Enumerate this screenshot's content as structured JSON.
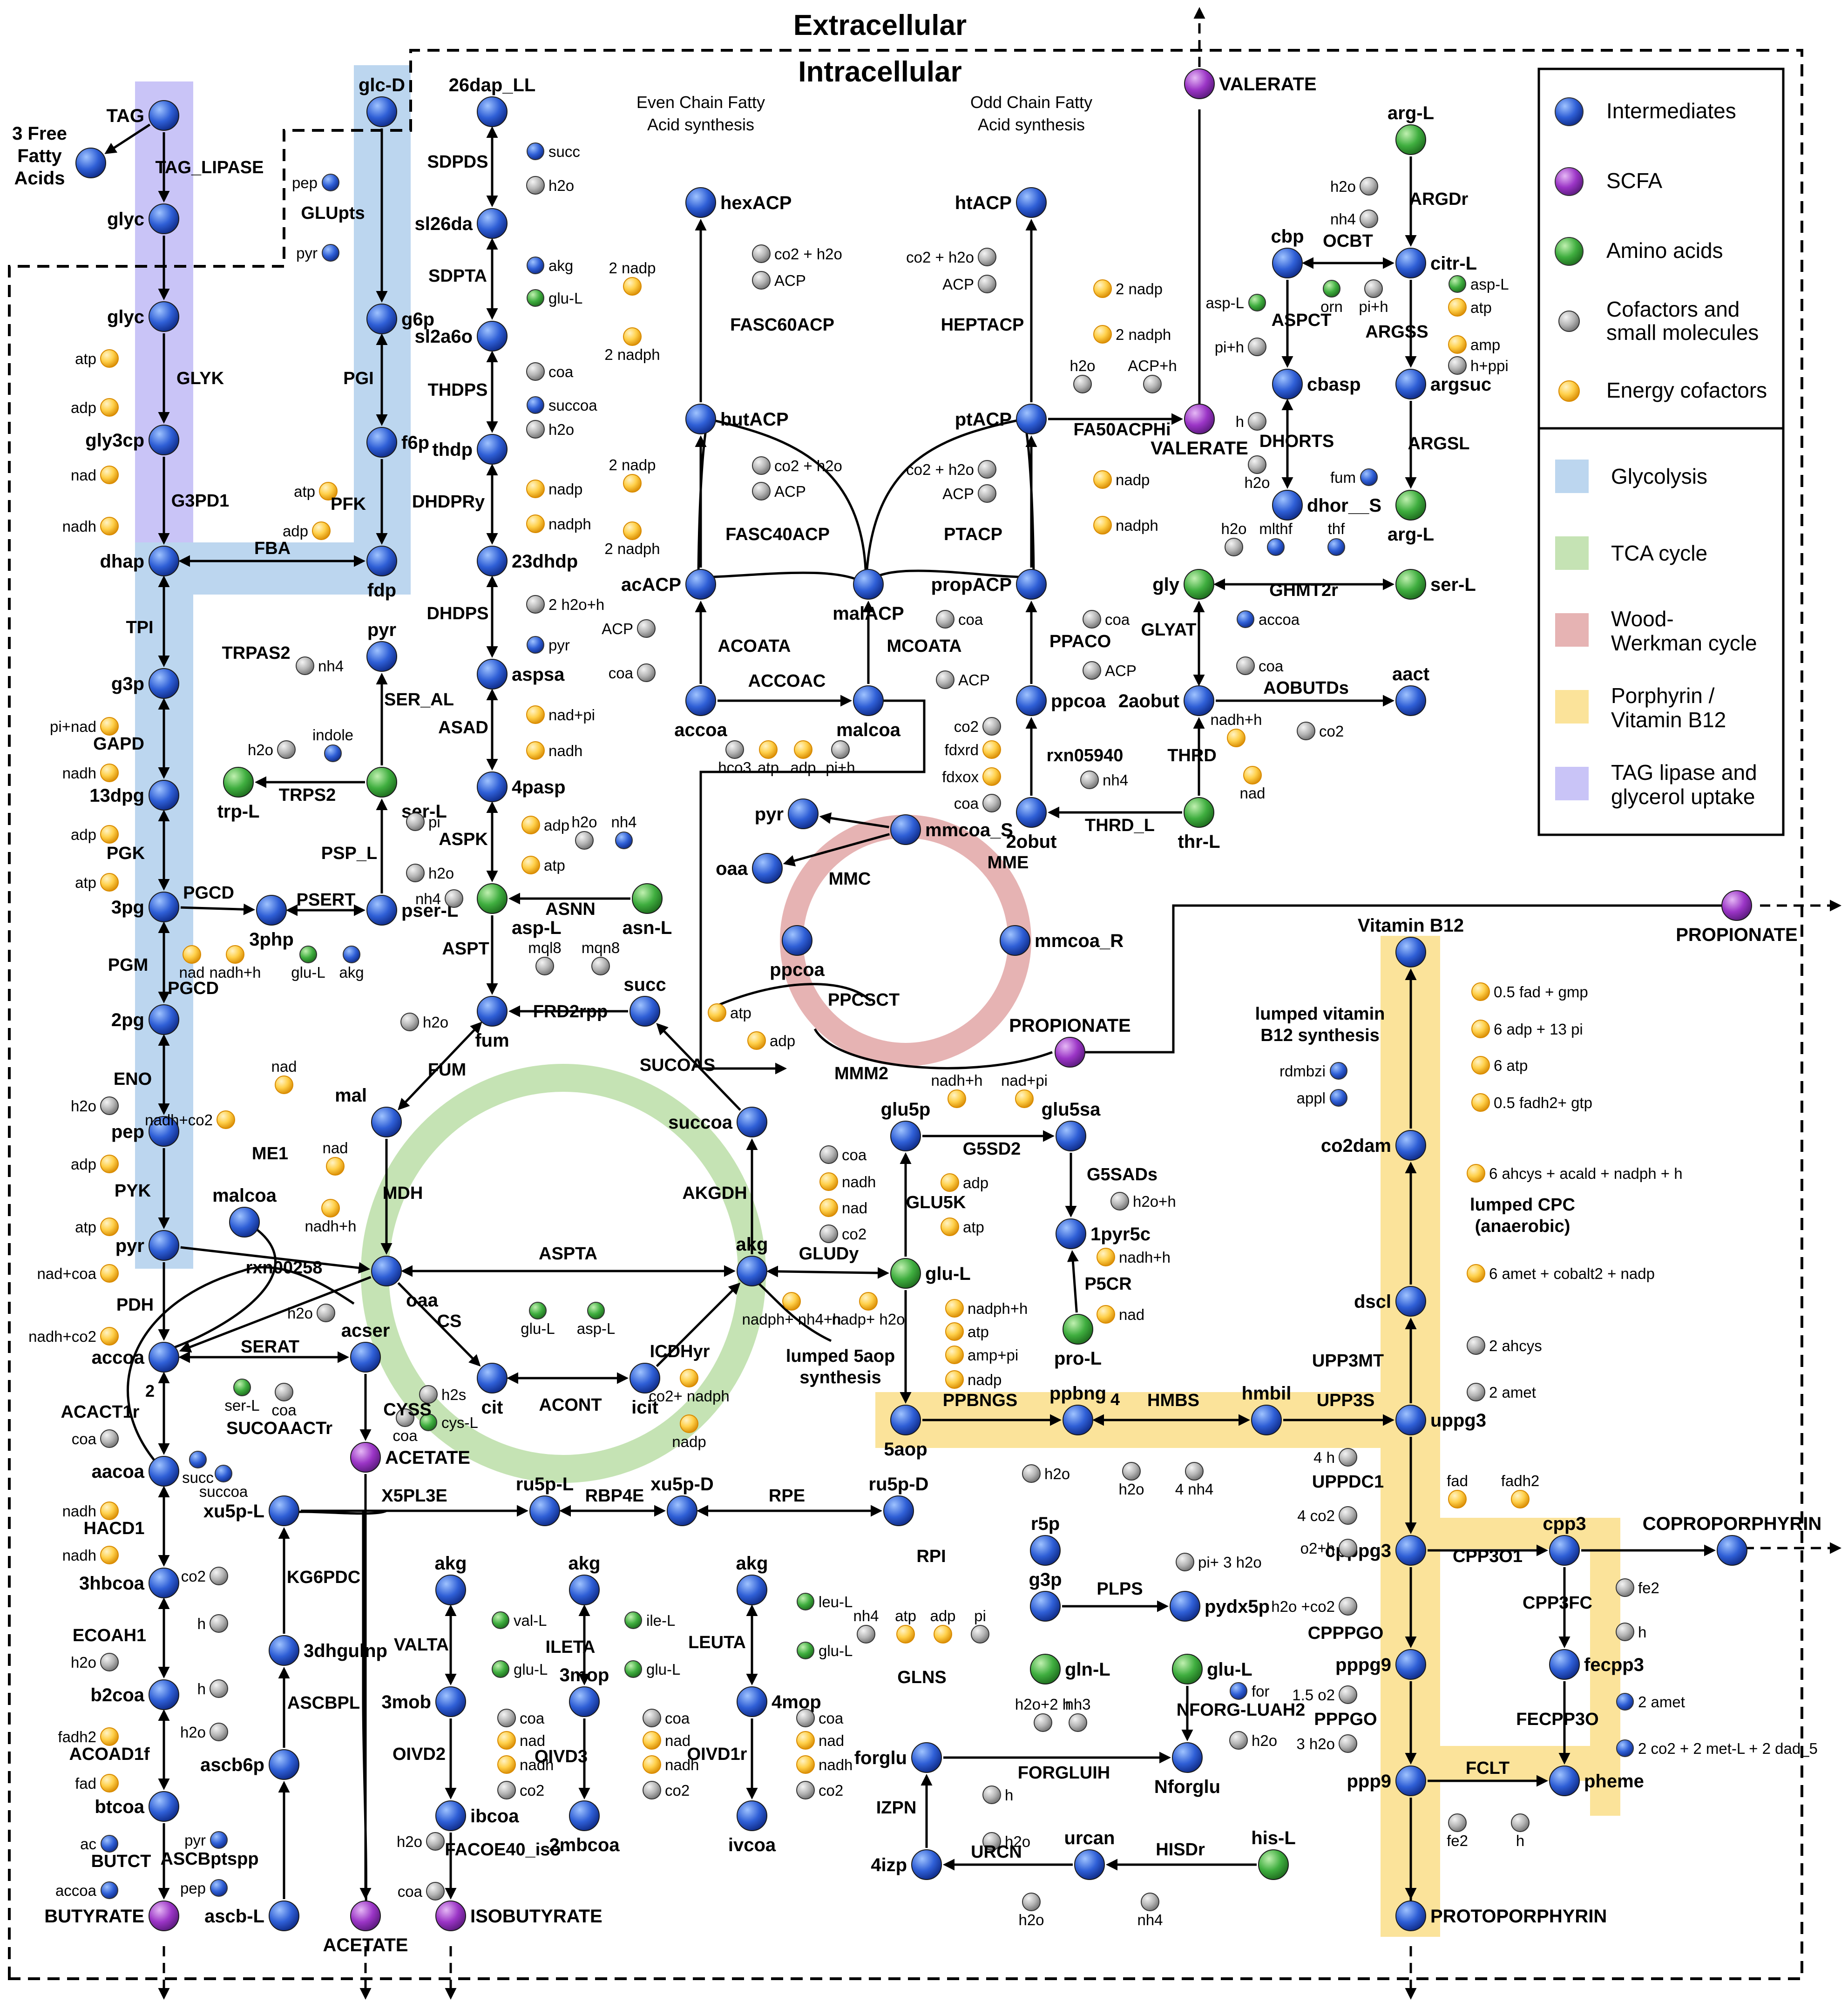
{
  "header": {
    "extracellular": "Extracellular",
    "intracellular": "Intracellular"
  },
  "colors": {
    "intermediate": "#2f5fd6",
    "scfa": "#9b35c6",
    "amino": "#3fae3f",
    "cofactor": "#a9a9a9",
    "energy": "#f6b31e",
    "glycolysis": "#bcd6ef",
    "tca": "#c5e3b4",
    "wood": "#e6b3b3",
    "porphyrin": "#fbe39a",
    "tag": "#c9c4f7"
  },
  "legend": {
    "items": [
      {
        "label": "Intermediates",
        "type": "intermediate"
      },
      {
        "label": "SCFA",
        "type": "scfa"
      },
      {
        "label": "Amino acids",
        "type": "amino"
      },
      {
        "label": "Cofactors and small molecules",
        "type": "cofactor"
      },
      {
        "label": "Energy cofactors",
        "type": "energy"
      }
    ],
    "pathways": [
      {
        "label": "Glycolysis",
        "color": "glycolysis"
      },
      {
        "label": "TCA cycle",
        "color": "tca"
      },
      {
        "label": "Wood-Werkman cycle",
        "color": "wood"
      },
      {
        "label": "Porphyrin / Vitamin B12",
        "color": "porphyrin"
      },
      {
        "label": "TAG lipase and glycerol uptake",
        "color": "tag"
      }
    ]
  },
  "metabolites": [
    {
      "id": "TAG",
      "label": "TAG",
      "type": "intermediate"
    },
    {
      "id": "FFA",
      "label": "3 Free Fatty Acids",
      "type": "intermediate"
    },
    {
      "id": "glyc1",
      "label": "glyc",
      "type": "intermediate"
    },
    {
      "id": "glyc2",
      "label": "glyc",
      "type": "intermediate"
    },
    {
      "id": "gly3cp",
      "label": "gly3cp",
      "type": "intermediate"
    },
    {
      "id": "dhap",
      "label": "dhap",
      "type": "intermediate"
    },
    {
      "id": "g3p",
      "label": "g3p",
      "type": "intermediate"
    },
    {
      "id": "13dpg",
      "label": "13dpg",
      "type": "intermediate"
    },
    {
      "id": "3pg",
      "label": "3pg",
      "type": "intermediate"
    },
    {
      "id": "2pg",
      "label": "2pg",
      "type": "intermediate"
    },
    {
      "id": "pep",
      "label": "pep",
      "type": "intermediate"
    },
    {
      "id": "pyr1",
      "label": "pyr",
      "type": "intermediate"
    },
    {
      "id": "accoa1",
      "label": "accoa",
      "type": "intermediate"
    },
    {
      "id": "aacoa",
      "label": "aacoa",
      "type": "intermediate"
    },
    {
      "id": "3hbcoa",
      "label": "3hbcoa",
      "type": "intermediate"
    },
    {
      "id": "b2coa",
      "label": "b2coa",
      "type": "intermediate"
    },
    {
      "id": "btcoa",
      "label": "btcoa",
      "type": "intermediate"
    },
    {
      "id": "BUTYRATE",
      "label": "BUTYRATE",
      "type": "scfa"
    },
    {
      "id": "glcD",
      "label": "glc-D",
      "type": "intermediate"
    },
    {
      "id": "g6p",
      "label": "g6p",
      "type": "intermediate"
    },
    {
      "id": "f6p",
      "label": "f6p",
      "type": "intermediate"
    },
    {
      "id": "fdp",
      "label": "fdp",
      "type": "intermediate"
    },
    {
      "id": "pyr2",
      "label": "pyr",
      "type": "intermediate"
    },
    {
      "id": "serL",
      "label": "ser-L",
      "type": "amino"
    },
    {
      "id": "trpL",
      "label": "trp-L",
      "type": "amino"
    },
    {
      "id": "3php",
      "label": "3php",
      "type": "intermediate"
    },
    {
      "id": "pserL",
      "label": "pser-L",
      "type": "intermediate"
    },
    {
      "id": "26dap",
      "label": "26dap_LL",
      "type": "intermediate"
    },
    {
      "id": "sl26da",
      "label": "sl26da",
      "type": "intermediate"
    },
    {
      "id": "sl2a6o",
      "label": "sl2a6o",
      "type": "intermediate"
    },
    {
      "id": "thdp",
      "label": "thdp",
      "type": "intermediate"
    },
    {
      "id": "23dhdp",
      "label": "23dhdp",
      "type": "intermediate"
    },
    {
      "id": "aspsa",
      "label": "aspsa",
      "type": "intermediate"
    },
    {
      "id": "4pasp",
      "label": "4pasp",
      "type": "intermediate"
    },
    {
      "id": "aspL",
      "label": "asp-L",
      "type": "amino"
    },
    {
      "id": "asnL",
      "label": "asn-L",
      "type": "amino"
    },
    {
      "id": "fum",
      "label": "fum",
      "type": "intermediate"
    },
    {
      "id": "succ",
      "label": "succ",
      "type": "intermediate"
    },
    {
      "id": "succoa",
      "label": "succoa",
      "type": "intermediate"
    },
    {
      "id": "akg",
      "label": "akg",
      "type": "intermediate"
    },
    {
      "id": "icit",
      "label": "icit",
      "type": "intermediate"
    },
    {
      "id": "cit",
      "label": "cit",
      "type": "intermediate"
    },
    {
      "id": "oaa",
      "label": "oaa",
      "type": "intermediate"
    },
    {
      "id": "mal",
      "label": "mal",
      "type": "intermediate"
    },
    {
      "id": "malcoa2",
      "label": "malcoa",
      "type": "intermediate"
    },
    {
      "id": "acser",
      "label": "acser",
      "type": "intermediate"
    },
    {
      "id": "ACETATE1",
      "label": "ACETATE",
      "type": "scfa"
    },
    {
      "id": "ACETATE2",
      "label": "ACETATE",
      "type": "scfa"
    },
    {
      "id": "xu5pL",
      "label": "xu5p-L",
      "type": "intermediate"
    },
    {
      "id": "3dhgulnp",
      "label": "3dhgulnp",
      "type": "intermediate"
    },
    {
      "id": "ascb6p",
      "label": "ascb6p",
      "type": "intermediate"
    },
    {
      "id": "ascbL",
      "label": "ascb-L",
      "type": "intermediate"
    },
    {
      "id": "ru5pL",
      "label": "ru5p-L",
      "type": "intermediate"
    },
    {
      "id": "xu5pD",
      "label": "xu5p-D",
      "type": "intermediate"
    },
    {
      "id": "ru5pD",
      "label": "ru5p-D",
      "type": "intermediate"
    },
    {
      "id": "r5p",
      "label": "r5p",
      "type": "intermediate"
    },
    {
      "id": "g3p2",
      "label": "g3p",
      "type": "intermediate"
    },
    {
      "id": "pydx5p",
      "label": "pydx5p",
      "type": "intermediate"
    },
    {
      "id": "glnL",
      "label": "gln-L",
      "type": "amino"
    },
    {
      "id": "gluL3",
      "label": "glu-L",
      "type": "amino"
    },
    {
      "id": "akgA",
      "label": "akg",
      "type": "intermediate"
    },
    {
      "id": "3mob",
      "label": "3mob",
      "type": "intermediate"
    },
    {
      "id": "ibcoa",
      "label": "ibcoa",
      "type": "intermediate"
    },
    {
      "id": "ISOBUTYRATE",
      "label": "ISOBUTYRATE",
      "type": "scfa"
    },
    {
      "id": "akgB",
      "label": "akg",
      "type": "intermediate"
    },
    {
      "id": "3mop",
      "label": "3mop",
      "type": "intermediate"
    },
    {
      "id": "2mbcoa",
      "label": "2mbcoa",
      "type": "intermediate"
    },
    {
      "id": "akgC",
      "label": "akg",
      "type": "intermediate"
    },
    {
      "id": "4mop",
      "label": "4mop",
      "type": "intermediate"
    },
    {
      "id": "ivcoa",
      "label": "ivcoa",
      "type": "intermediate"
    },
    {
      "id": "forglu",
      "label": "forglu",
      "type": "intermediate"
    },
    {
      "id": "4izp",
      "label": "4izp",
      "type": "intermediate"
    },
    {
      "id": "urcan",
      "label": "urcan",
      "type": "intermediate"
    },
    {
      "id": "hisL",
      "label": "his-L",
      "type": "amino"
    },
    {
      "id": "Nforglu",
      "label": "Nforglu",
      "type": "intermediate"
    },
    {
      "id": "hexACP",
      "label": "hexACP",
      "type": "intermediate"
    },
    {
      "id": "butACP",
      "label": "butACP",
      "type": "intermediate"
    },
    {
      "id": "acACP",
      "label": "acACP",
      "type": "intermediate"
    },
    {
      "id": "accoa2",
      "label": "accoa",
      "type": "intermediate"
    },
    {
      "id": "malcoa",
      "label": "malcoa",
      "type": "intermediate"
    },
    {
      "id": "malACP",
      "label": "malACP",
      "type": "intermediate"
    },
    {
      "id": "propACP",
      "label": "propACP",
      "type": "intermediate"
    },
    {
      "id": "ptACP",
      "label": "ptACP",
      "type": "intermediate"
    },
    {
      "id": "htACP",
      "label": "htACP",
      "type": "intermediate"
    },
    {
      "id": "VALERATE1",
      "label": "VALERATE",
      "type": "scfa"
    },
    {
      "id": "VALERATE2",
      "label": "VALERATE",
      "type": "scfa"
    },
    {
      "id": "ppcoa",
      "label": "ppcoa",
      "type": "intermediate"
    },
    {
      "id": "2obut",
      "label": "2obut",
      "type": "intermediate"
    },
    {
      "id": "thrL",
      "label": "thr-L",
      "type": "amino"
    },
    {
      "id": "2aobut",
      "label": "2aobut",
      "type": "intermediate"
    },
    {
      "id": "aact",
      "label": "aact",
      "type": "intermediate"
    },
    {
      "id": "gly",
      "label": "gly",
      "type": "amino"
    },
    {
      "id": "serL2",
      "label": "ser-L",
      "type": "amino"
    },
    {
      "id": "mmcoaS",
      "label": "mmcoa_S",
      "type": "intermediate"
    },
    {
      "id": "mmcoaR",
      "label": "mmcoa_R",
      "type": "intermediate"
    },
    {
      "id": "ppcoa2",
      "label": "ppcoa",
      "type": "intermediate"
    },
    {
      "id": "pyrW",
      "label": "pyr",
      "type": "intermediate"
    },
    {
      "id": "oaaW",
      "label": "oaa",
      "type": "intermediate"
    },
    {
      "id": "PROPIONATE1",
      "label": "PROPIONATE",
      "type": "scfa"
    },
    {
      "id": "PROPIONATE2",
      "label": "PROPIONATE",
      "type": "scfa"
    },
    {
      "id": "argL",
      "label": "arg-L",
      "type": "amino"
    },
    {
      "id": "citrL",
      "label": "citr-L",
      "type": "intermediate"
    },
    {
      "id": "cbp",
      "label": "cbp",
      "type": "intermediate"
    },
    {
      "id": "cbasp",
      "label": "cbasp",
      "type": "intermediate"
    },
    {
      "id": "argsuc",
      "label": "argsuc",
      "type": "intermediate"
    },
    {
      "id": "dhorS",
      "label": "dhor__S",
      "type": "intermediate"
    },
    {
      "id": "argL2",
      "label": "arg-L",
      "type": "amino"
    },
    {
      "id": "glu5p",
      "label": "glu5p",
      "type": "intermediate"
    },
    {
      "id": "glu5sa",
      "label": "glu5sa",
      "type": "intermediate"
    },
    {
      "id": "1pyr5c",
      "label": "1pyr5c",
      "type": "intermediate"
    },
    {
      "id": "proL",
      "label": "pro-L",
      "type": "amino"
    },
    {
      "id": "gluL",
      "label": "glu-L",
      "type": "amino"
    },
    {
      "id": "5aop",
      "label": "5aop",
      "type": "intermediate"
    },
    {
      "id": "ppbng",
      "label": "ppbng",
      "type": "intermediate"
    },
    {
      "id": "hmbil",
      "label": "hmbil",
      "type": "intermediate"
    },
    {
      "id": "uppg3",
      "label": "uppg3",
      "type": "intermediate"
    },
    {
      "id": "dscl",
      "label": "dscl",
      "type": "intermediate"
    },
    {
      "id": "co2dam",
      "label": "co2dam",
      "type": "intermediate"
    },
    {
      "id": "VitB12",
      "label": "Vitamin B12",
      "type": "intermediate"
    },
    {
      "id": "cpppg3",
      "label": "cpppg3",
      "type": "intermediate"
    },
    {
      "id": "cpp3",
      "label": "cpp3",
      "type": "intermediate"
    },
    {
      "id": "COPRO",
      "label": "COPROPORPHYRIN",
      "type": "intermediate"
    },
    {
      "id": "pppg9",
      "label": "pppg9",
      "type": "intermediate"
    },
    {
      "id": "ppp9",
      "label": "ppp9",
      "type": "intermediate"
    },
    {
      "id": "fecpp3",
      "label": "fecpp3",
      "type": "intermediate"
    },
    {
      "id": "pheme",
      "label": "pheme",
      "type": "intermediate"
    },
    {
      "id": "PROTO",
      "label": "PROTOPORPHYRIN",
      "type": "intermediate"
    }
  ],
  "reactions": [
    "TAG_LIPASE",
    "GLYK",
    "G3PD1",
    "FBA",
    "TPI",
    "GAPD",
    "PGK",
    "PGCD",
    "PGM",
    "PGCD",
    "ENO",
    "PYK",
    "PDH",
    "ACACT1r",
    "HACD1",
    "ECOAH1",
    "ACOAD1f",
    "BUTCT",
    "GLUpts",
    "PGI",
    "PFK",
    "TRPAS2",
    "TRPS2",
    "SER_AL",
    "PSP_L",
    "PSERT",
    "SDPDS",
    "SDPTA",
    "THDPS",
    "DHDPRy",
    "DHDPS",
    "ASAD",
    "ASPK",
    "ASNN",
    "ASPT",
    "FRD2rpp",
    "FUM",
    "SUCOAS",
    "AKGDH",
    "ICDHyr",
    "ACONT",
    "CS",
    "MDH",
    "ME1",
    "ASPTA",
    "rxn00258",
    "SERAT",
    "CYSS",
    "SUCOAACTr",
    "KG6PDC",
    "ASCBPL",
    "ASCBptspp",
    "X5PL3E",
    "RBP4E",
    "RPE",
    "RPI",
    "PLPS",
    "VALTA",
    "OIVD2",
    "FACOE40_iso",
    "ILETA",
    "OIVD3",
    "LEUTA",
    "OIVD1r",
    "GLNS",
    "FORGLUIH",
    "NFORG-LUAH2",
    "IZPN",
    "URCN",
    "HISDr",
    "FASC60ACP",
    "FASC40ACP",
    "ACOATA",
    "ACCOAC",
    "MCOATA",
    "PTACP",
    "HEPTACP",
    "FA50ACPHi",
    "PPACO",
    "rxn05940",
    "THRD",
    "THRD_L",
    "GLYAT",
    "AOBUTDs",
    "GHMT2r",
    "MMC",
    "MME",
    "PPCSCT",
    "MMM2",
    "ARGDr",
    "OCBT",
    "ASPCT",
    "ARGSS",
    "ARGSL",
    "DHORTS",
    "G5SD2",
    "G5SADs",
    "GLU5K",
    "P5CR",
    "GLUDy",
    "lumped 5aop synthesis",
    "PPBNGS",
    "HMBS",
    "UPP3S",
    "UPP3MT",
    "lumped CPC (anaerobic)",
    "lumped vitamin B12 synthesis",
    "UPPDC1",
    "CPP3O1",
    "CPPPGO",
    "CPP3FC",
    "PPPGO",
    "FECPP3O",
    "FCLT"
  ],
  "texts": {
    "even_chain": "Even Chain Fatty Acid synthesis",
    "odd_chain": "Odd Chain Fatty Acid synthesis",
    "num4": "4",
    "num2": "2"
  },
  "cofactors_note": [
    "atp",
    "adp",
    "nad",
    "nadh",
    "nadp",
    "nadph",
    "h2o",
    "co2",
    "coa",
    "pi",
    "h",
    "nh4",
    "fad",
    "fadh2",
    "glu-L",
    "akg",
    "succ",
    "pyr",
    "pep",
    "ACP"
  ]
}
